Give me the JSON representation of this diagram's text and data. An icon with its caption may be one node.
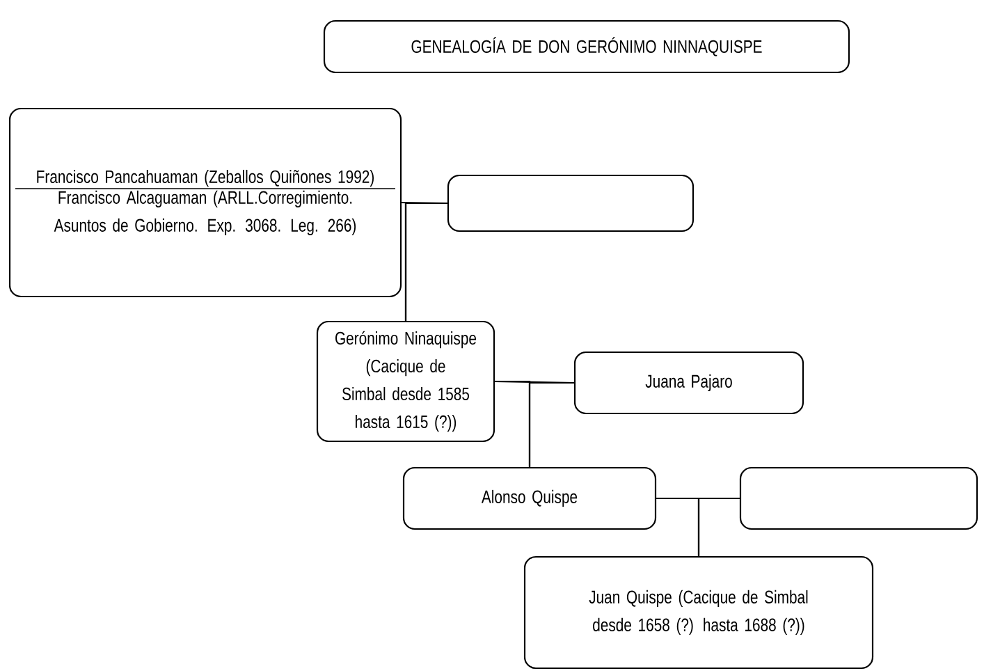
{
  "diagram": {
    "nodes": [
      {
        "text": [
          "GENEALOGÍA DE DON GERÓNIMO NINNAQUISPE"
        ]
      },
      {
        "text": [
          "Francisco Pancahuaman (Zeballos Quiñones 1992)",
          "Francisco Alcaguaman (ARLL.Corregimiento. Asuntos de Gobierno. Exp. 3068. Leg. 266)"
        ]
      },
      {
        "text": [],
        "shape": "box"
      },
      {
        "text": [
          "Gerónimo Ninaquispe (Cacique de Simbal desde 1585 hasta 1615 (?))"
        ]
      },
      {
        "text": [
          "Juana Pajaro"
        ]
      },
      {
        "text": [
          "Alonso Quispe"
        ]
      },
      {
        "text": [],
        "shape": "box"
      },
      {
        "text": [
          "Juan Quispe (Cacique de Simbal desde 1658 (?) hasta 1688 (?))"
        ]
      }
    ],
    "edges": [
      {
        "from": 1,
        "to": 2,
        "arrow": "none"
      },
      {
        "from": 1,
        "to": 3,
        "arrow": "none"
      },
      {
        "from": 2,
        "to": 3,
        "arrow": "none"
      },
      {
        "from": 3,
        "to": 4,
        "arrow": "none"
      },
      {
        "from": 3,
        "to": 5,
        "arrow": "none"
      },
      {
        "from": 4,
        "to": 5,
        "arrow": "none"
      },
      {
        "from": 5,
        "to": 6,
        "arrow": "none"
      },
      {
        "from": 5,
        "to": 7,
        "arrow": "none"
      },
      {
        "from": 6,
        "to": 7,
        "arrow": "none"
      }
    ]
  }
}
